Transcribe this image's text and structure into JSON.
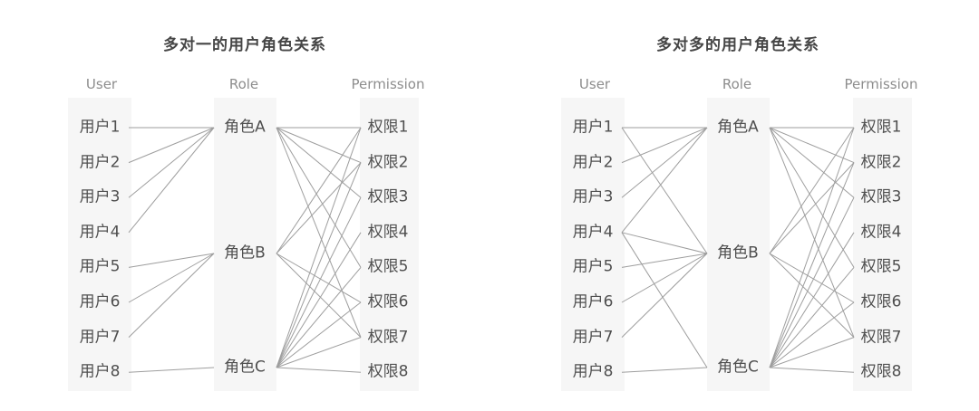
{
  "colors": {
    "background": "#ffffff",
    "column_strip": "#f6f6f6",
    "relationship_line": "#9e9e9e",
    "title_text": "#454545",
    "header_text": "#8d8d8d",
    "item_text": "#4f4f4f"
  },
  "panels": [
    {
      "id": "many-to-one",
      "title": "多对一的用户角色关系",
      "headers": {
        "user": "User",
        "role": "Role",
        "permission": "Permission"
      },
      "users": [
        "用户1",
        "用户2",
        "用户3",
        "用户4",
        "用户5",
        "用户6",
        "用户7",
        "用户8"
      ],
      "roles": [
        "角色A",
        "角色B",
        "角色C"
      ],
      "permissions": [
        "权限1",
        "权限2",
        "权限3",
        "权限4",
        "权限5",
        "权限6",
        "权限7",
        "权限8"
      ],
      "user_role_edges": [
        [
          0,
          0
        ],
        [
          1,
          0
        ],
        [
          2,
          0
        ],
        [
          3,
          0
        ],
        [
          4,
          1
        ],
        [
          5,
          1
        ],
        [
          6,
          1
        ],
        [
          7,
          2
        ]
      ],
      "role_permission_edges": [
        [
          0,
          0
        ],
        [
          0,
          1
        ],
        [
          0,
          2
        ],
        [
          0,
          4
        ],
        [
          0,
          6
        ],
        [
          1,
          0
        ],
        [
          1,
          1
        ],
        [
          1,
          5
        ],
        [
          1,
          6
        ],
        [
          2,
          0
        ],
        [
          2,
          1
        ],
        [
          2,
          2
        ],
        [
          2,
          3
        ],
        [
          2,
          4
        ],
        [
          2,
          5
        ],
        [
          2,
          6
        ],
        [
          2,
          7
        ]
      ]
    },
    {
      "id": "many-to-many",
      "title": "多对多的用户角色关系",
      "headers": {
        "user": "User",
        "role": "Role",
        "permission": "Permission"
      },
      "users": [
        "用户1",
        "用户2",
        "用户3",
        "用户4",
        "用户5",
        "用户6",
        "用户7",
        "用户8"
      ],
      "roles": [
        "角色A",
        "角色B",
        "角色C"
      ],
      "permissions": [
        "权限1",
        "权限2",
        "权限3",
        "权限4",
        "权限5",
        "权限6",
        "权限7",
        "权限8"
      ],
      "user_role_edges": [
        [
          0,
          0
        ],
        [
          0,
          1
        ],
        [
          1,
          0
        ],
        [
          2,
          0
        ],
        [
          3,
          0
        ],
        [
          3,
          1
        ],
        [
          3,
          2
        ],
        [
          4,
          1
        ],
        [
          5,
          1
        ],
        [
          6,
          1
        ],
        [
          7,
          2
        ]
      ],
      "role_permission_edges": [
        [
          0,
          0
        ],
        [
          0,
          1
        ],
        [
          0,
          2
        ],
        [
          0,
          4
        ],
        [
          0,
          6
        ],
        [
          1,
          0
        ],
        [
          1,
          1
        ],
        [
          1,
          5
        ],
        [
          1,
          6
        ],
        [
          2,
          0
        ],
        [
          2,
          1
        ],
        [
          2,
          2
        ],
        [
          2,
          3
        ],
        [
          2,
          4
        ],
        [
          2,
          5
        ],
        [
          2,
          6
        ],
        [
          2,
          7
        ]
      ]
    }
  ]
}
